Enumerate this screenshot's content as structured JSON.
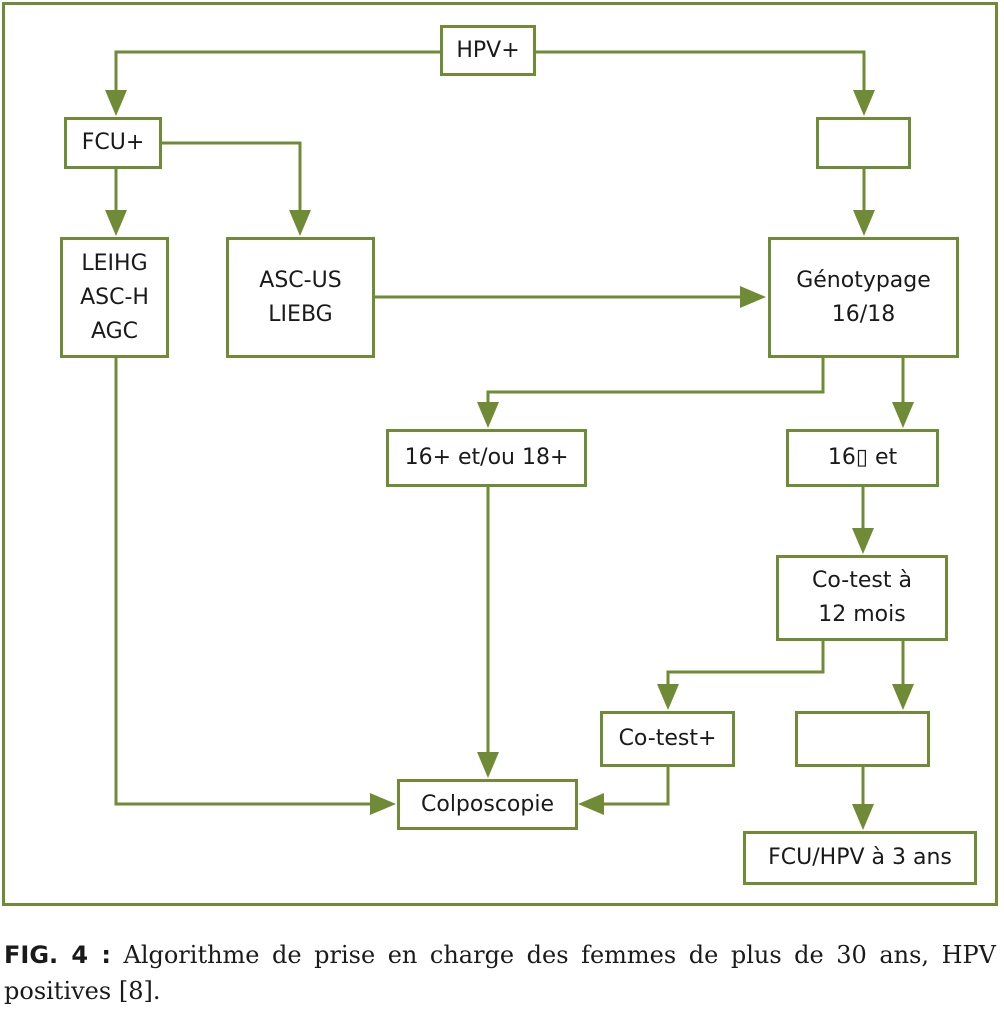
{
  "colors": {
    "accent": "#6f8b36",
    "text": "#1a1a1a",
    "background": "#ffffff"
  },
  "nodes": {
    "hpv_pos": "HPV+",
    "fcu_pos": "FCU+",
    "fcu_neg": "",
    "high_grade": [
      "LEIHG",
      "ASC-H",
      "AGC"
    ],
    "low_grade": [
      "ASC-US",
      "LIEBG"
    ],
    "genotypage": [
      "Génotypage",
      "16/18"
    ],
    "pos_16_18": "16+ et/ou 18+",
    "neg_16_18": "16▯ et",
    "cotest_12": [
      "Co-test à",
      "12 mois"
    ],
    "cotest_pos": "Co-test+",
    "cotest_neg": "",
    "colposcopie": "Colposcopie",
    "followup": "FCU/HPV à 3 ans"
  },
  "caption": {
    "label": "FIG. 4 :",
    "text": " Algorithme de prise en charge des femmes de plus de 30 ans, HPV positives [8]."
  }
}
